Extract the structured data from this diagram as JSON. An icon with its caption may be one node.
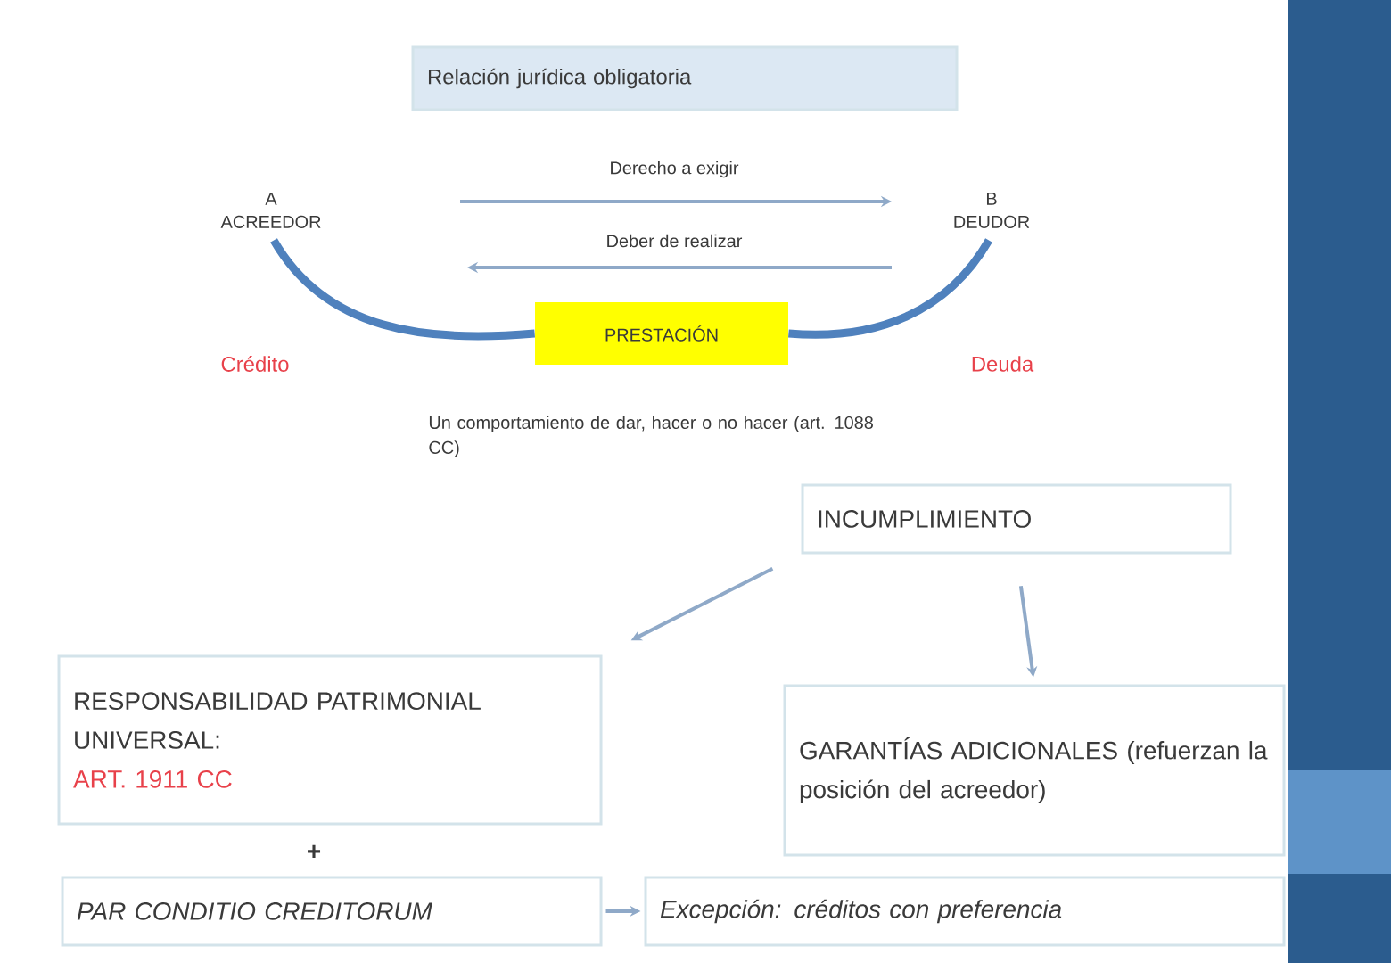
{
  "diagram": {
    "nodes": [
      {
        "text": [
          "Relación jurídica obligatoria"
        ]
      },
      {
        "text": [
          "A",
          "ACREEDOR"
        ]
      },
      {
        "text": [
          "B",
          "DEUDOR"
        ]
      },
      {
        "text": [
          "PRESTACIÓN"
        ]
      },
      {
        "text": [
          "INCUMPLIMIENTO"
        ]
      },
      {
        "text": [
          "RESPONSABILIDAD PATRIMONIAL UNIVERSAL:",
          "ART. 1911 CC"
        ]
      },
      {
        "text": [
          "GARANTÍAS ADICIONALES (refuerzan la posición del acreedor)"
        ]
      },
      {
        "text": [
          "PAR CONDITIO CREDITORUM"
        ]
      },
      {
        "text": [
          "Excepción: créditos con preferencia"
        ]
      }
    ],
    "edges": [
      {
        "from": 1,
        "to": 3,
        "arrow": "none",
        "style": "thick",
        "color": "#4f81bd"
      },
      {
        "from": 3,
        "to": 2,
        "arrow": "none",
        "style": "thick",
        "color": "#4f81bd"
      },
      {
        "from": 4,
        "to": 5,
        "arrow": "to"
      },
      {
        "from": 4,
        "to": 6,
        "arrow": "to"
      },
      {
        "from": 7,
        "to": 8,
        "arrow": "to"
      }
    ],
    "labels": [
      "Derecho a exigir",
      "Deber de realizar",
      "Crédito",
      "Deuda",
      "Un comportamiento de dar, hacer o no hacer (art. 1088 CC)",
      "+"
    ]
  }
}
